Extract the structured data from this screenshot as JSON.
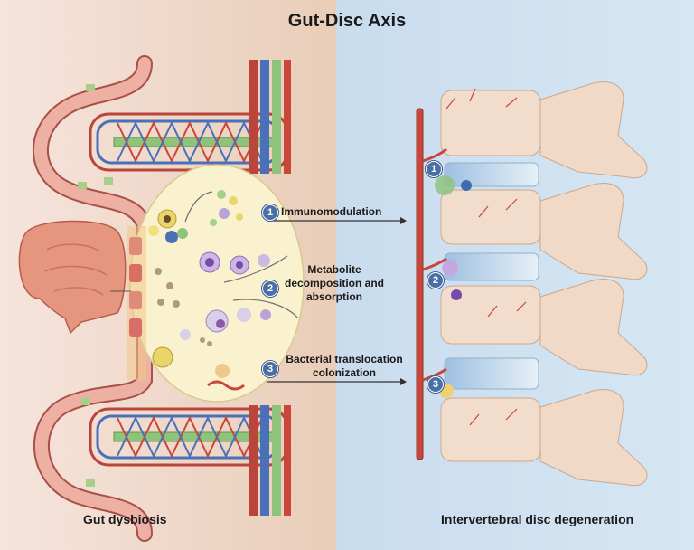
{
  "title": "Gut-Disc Axis",
  "left_label": "Gut dysbiosis",
  "right_label": "Intervertebral disc degeneration",
  "pathways": [
    {
      "number": "1",
      "label": "Immunomodulation"
    },
    {
      "number": "2",
      "label": "Metabolite decomposition and absorption"
    },
    {
      "number": "3",
      "label": "Bacterial translocation colonization"
    }
  ],
  "colors": {
    "left_panel": "#f1ddd0",
    "right_panel": "#cfe1f0",
    "lumen": "#faf2cf",
    "epithelium": "#e8a89a",
    "artery": "#c8463a",
    "vein": "#4a70b8",
    "lymph": "#8fc27a",
    "bone": "#f0d9c6",
    "badge": "#4a6fa5"
  }
}
